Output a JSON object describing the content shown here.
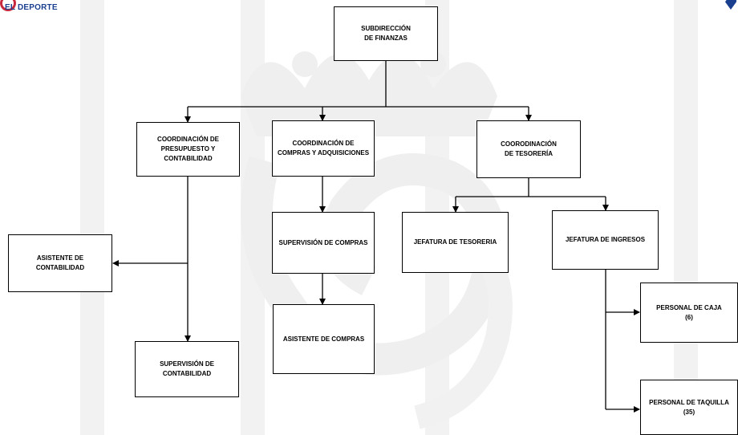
{
  "header": {
    "logo_text": "EL DEPORTE",
    "logo_icon": "sports-institute-logo-icon",
    "shield_icon": "shield-emblem-icon"
  },
  "watermark": {
    "icon": "crown-lion-watermark-icon",
    "color": "#eeeeee"
  },
  "nodes": {
    "subdireccion": {
      "line1": "SUBDIRECCIÓN",
      "line2": "DE FINANZAS"
    },
    "presupuesto": {
      "line1": "COORDINACIÓN DE",
      "line2": "PRESUPUESTO Y",
      "line3": "CONTABILIDAD"
    },
    "compras": {
      "line1": "COORDINACIÓN DE",
      "line2": "COMPRAS Y ADQUISICIONES"
    },
    "tesoreria": {
      "line1": "COORODINACIÓN",
      "line2": "DE TESORERÍA"
    },
    "asistente_contabilidad": {
      "line1": "ASISTENTE DE",
      "line2": "CONTABILIDAD"
    },
    "supervision_contabilidad": {
      "line1": "SUPERVISIÓN DE",
      "line2": "CONTABILIDAD"
    },
    "supervision_compras": {
      "line1": "SUPERVISIÓN  DE COMPRAS"
    },
    "asistente_compras": {
      "line1": "ASISTENTE  DE COMPRAS"
    },
    "jefatura_tesoreria": {
      "line1": "JEFATURA DE TESORERIA"
    },
    "jefatura_ingresos": {
      "line1": "JEFATURA DE INGRESOS"
    },
    "personal_caja": {
      "line1": "PERSONAL DE CAJA",
      "line2": "(6)"
    },
    "personal_taquilla": {
      "line1": "PERSONAL DE TAQUILLA",
      "line2": "(35)"
    }
  }
}
